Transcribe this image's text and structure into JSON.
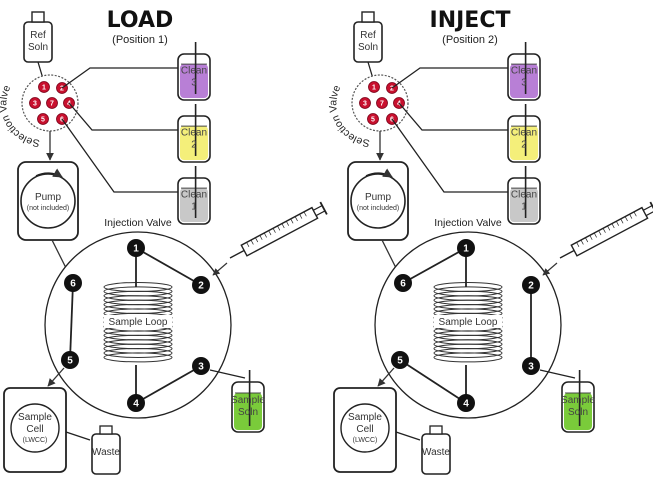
{
  "panels": [
    {
      "title": "LOAD",
      "subtitle": "(Position 1)",
      "ref_soln": [
        "Ref",
        "Soln"
      ],
      "selection_valve_label": "Selection Valve",
      "selection_ports": [
        "1",
        "2",
        "3",
        "4",
        "5",
        "6",
        "7"
      ],
      "clean_vials": [
        {
          "label": "Clean",
          "num": "3",
          "color": "#b87fd6"
        },
        {
          "label": "Clean",
          "num": "2",
          "color": "#f4ef7a"
        },
        {
          "label": "Clean",
          "num": "1",
          "color": "#c8c8c8"
        }
      ],
      "pump": {
        "label": "Pump",
        "note": "(not included)"
      },
      "injection_valve_label": "Injection Valve",
      "injection_ports": [
        "1",
        "2",
        "3",
        "4",
        "5",
        "6"
      ],
      "sample_loop": "Sample Loop",
      "sample_soln": [
        "Sample",
        "Soln"
      ],
      "sample_soln_color": "#7acb3a",
      "sample_cell": [
        "Sample",
        "Cell",
        "(LWCC)"
      ],
      "waste": "Waste",
      "mode": "load"
    },
    {
      "title": "INJECT",
      "subtitle": "(Position 2)",
      "ref_soln": [
        "Ref",
        "Soln"
      ],
      "selection_valve_label": "Selection Valve",
      "selection_ports": [
        "1",
        "2",
        "3",
        "4",
        "5",
        "6",
        "7"
      ],
      "clean_vials": [
        {
          "label": "Clean",
          "num": "3",
          "color": "#b87fd6"
        },
        {
          "label": "Clean",
          "num": "2",
          "color": "#f4ef7a"
        },
        {
          "label": "Clean",
          "num": "1",
          "color": "#c8c8c8"
        }
      ],
      "pump": {
        "label": "Pump",
        "note": "(not included)"
      },
      "injection_valve_label": "Injection Valve",
      "injection_ports": [
        "1",
        "2",
        "3",
        "4",
        "5",
        "6"
      ],
      "sample_loop": "Sample Loop",
      "sample_soln": [
        "Sample",
        "Soln"
      ],
      "sample_soln_color": "#7acb3a",
      "sample_cell": [
        "Sample",
        "Cell",
        "(LWCC)"
      ],
      "waste": "Waste",
      "mode": "inject"
    }
  ]
}
